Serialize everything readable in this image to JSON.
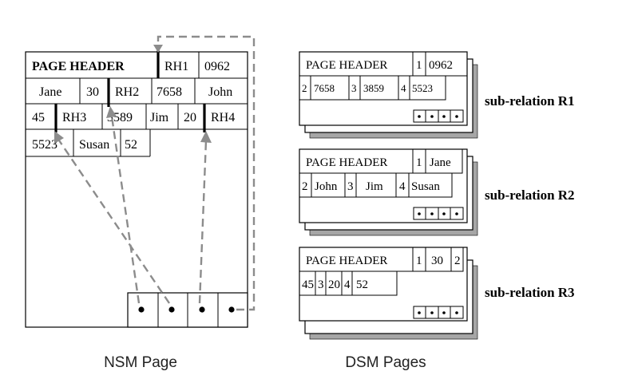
{
  "nsm": {
    "caption": "NSM Page",
    "rows": [
      [
        "PAGE HEADER",
        "RH1",
        "0962"
      ],
      [
        "Jane",
        "30",
        "RH2",
        "7658",
        "John"
      ],
      [
        "45",
        "RH3",
        "3589",
        "Jim",
        "20",
        "RH4"
      ],
      [
        "5523",
        "Susan",
        "52"
      ]
    ]
  },
  "dsm": {
    "caption": "DSM Pages",
    "pages": [
      {
        "label": "sub-relation R1",
        "header": "PAGE HEADER",
        "row1": [
          "1",
          "0962"
        ],
        "row2": [
          "2",
          "7658",
          "3",
          "3859",
          "4",
          "5523"
        ]
      },
      {
        "label": "sub-relation R2",
        "header": "PAGE HEADER",
        "row1": [
          "1",
          "Jane"
        ],
        "row2": [
          "2",
          "John",
          "3",
          "Jim",
          "4",
          "Susan"
        ]
      },
      {
        "label": "sub-relation R3",
        "header": "PAGE HEADER",
        "row1": [
          "1",
          "30",
          "2"
        ],
        "row2": [
          "45",
          "3",
          "20",
          "4",
          "52"
        ]
      }
    ]
  }
}
